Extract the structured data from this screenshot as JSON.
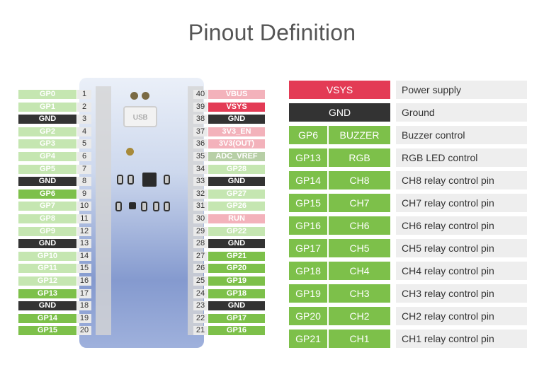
{
  "title": "Pinout Definition",
  "board": {
    "usb_label": "USB"
  },
  "colors": {
    "light_green": "#c5e6b1",
    "green": "#7dc04a",
    "black": "#333333",
    "light_red": "#f3b2bb",
    "red": "#e33b55",
    "adc_green": "#b7cfa6",
    "desc_bg": "#eeeeee"
  },
  "left_pins": [
    {
      "num": "1",
      "label": "GP0",
      "style": "light_green"
    },
    {
      "num": "2",
      "label": "GP1",
      "style": "light_green"
    },
    {
      "num": "3",
      "label": "GND",
      "style": "black"
    },
    {
      "num": "4",
      "label": "GP2",
      "style": "light_green"
    },
    {
      "num": "5",
      "label": "GP3",
      "style": "light_green"
    },
    {
      "num": "6",
      "label": "GP4",
      "style": "light_green"
    },
    {
      "num": "7",
      "label": "GP5",
      "style": "light_green"
    },
    {
      "num": "8",
      "label": "GND",
      "style": "black"
    },
    {
      "num": "9",
      "label": "GP6",
      "style": "green"
    },
    {
      "num": "10",
      "label": "GP7",
      "style": "light_green"
    },
    {
      "num": "11",
      "label": "GP8",
      "style": "light_green"
    },
    {
      "num": "12",
      "label": "GP9",
      "style": "light_green"
    },
    {
      "num": "13",
      "label": "GND",
      "style": "black"
    },
    {
      "num": "14",
      "label": "GP10",
      "style": "light_green"
    },
    {
      "num": "15",
      "label": "GP11",
      "style": "light_green"
    },
    {
      "num": "16",
      "label": "GP12",
      "style": "light_green"
    },
    {
      "num": "17",
      "label": "GP13",
      "style": "green"
    },
    {
      "num": "18",
      "label": "GND",
      "style": "black"
    },
    {
      "num": "19",
      "label": "GP14",
      "style": "green"
    },
    {
      "num": "20",
      "label": "GP15",
      "style": "green"
    }
  ],
  "right_pins": [
    {
      "num": "40",
      "label": "VBUS",
      "style": "light_red"
    },
    {
      "num": "39",
      "label": "VSYS",
      "style": "red"
    },
    {
      "num": "38",
      "label": "GND",
      "style": "black"
    },
    {
      "num": "37",
      "label": "3V3_EN",
      "style": "light_red"
    },
    {
      "num": "36",
      "label": "3V3(OUT)",
      "style": "light_red"
    },
    {
      "num": "35",
      "label": "ADC_VREF",
      "style": "adc_green"
    },
    {
      "num": "34",
      "label": "GP28",
      "style": "light_green"
    },
    {
      "num": "33",
      "label": "GND",
      "style": "black"
    },
    {
      "num": "32",
      "label": "GP27",
      "style": "light_green"
    },
    {
      "num": "31",
      "label": "GP26",
      "style": "light_green"
    },
    {
      "num": "30",
      "label": "RUN",
      "style": "light_red"
    },
    {
      "num": "29",
      "label": "GP22",
      "style": "light_green"
    },
    {
      "num": "28",
      "label": "GND",
      "style": "black"
    },
    {
      "num": "27",
      "label": "GP21",
      "style": "green"
    },
    {
      "num": "26",
      "label": "GP20",
      "style": "green"
    },
    {
      "num": "25",
      "label": "GP19",
      "style": "green"
    },
    {
      "num": "24",
      "label": "GP18",
      "style": "green"
    },
    {
      "num": "23",
      "label": "GND",
      "style": "black"
    },
    {
      "num": "22",
      "label": "GP17",
      "style": "green"
    },
    {
      "num": "21",
      "label": "GP16",
      "style": "green"
    }
  ],
  "table": [
    {
      "pin": "VSYS",
      "function": "",
      "description": "Power supply",
      "style": "red"
    },
    {
      "pin": "GND",
      "function": "",
      "description": "Ground",
      "style": "black"
    },
    {
      "pin": "GP6",
      "function": "BUZZER",
      "description": "Buzzer control",
      "style": "green"
    },
    {
      "pin": "GP13",
      "function": "RGB",
      "description": "RGB LED control",
      "style": "green"
    },
    {
      "pin": "GP14",
      "function": "CH8",
      "description": "CH8 relay control pin",
      "style": "green"
    },
    {
      "pin": "GP15",
      "function": "CH7",
      "description": "CH7 relay control pin",
      "style": "green"
    },
    {
      "pin": "GP16",
      "function": "CH6",
      "description": "CH6 relay control pin",
      "style": "green"
    },
    {
      "pin": "GP17",
      "function": "CH5",
      "description": "CH5 relay control pin",
      "style": "green"
    },
    {
      "pin": "GP18",
      "function": "CH4",
      "description": "CH4 relay control pin",
      "style": "green"
    },
    {
      "pin": "GP19",
      "function": "CH3",
      "description": "CH3 relay control pin",
      "style": "green"
    },
    {
      "pin": "GP20",
      "function": "CH2",
      "description": "CH2 relay control pin",
      "style": "green"
    },
    {
      "pin": "GP21",
      "function": "CH1",
      "description": "CH1 relay control pin",
      "style": "green"
    }
  ]
}
